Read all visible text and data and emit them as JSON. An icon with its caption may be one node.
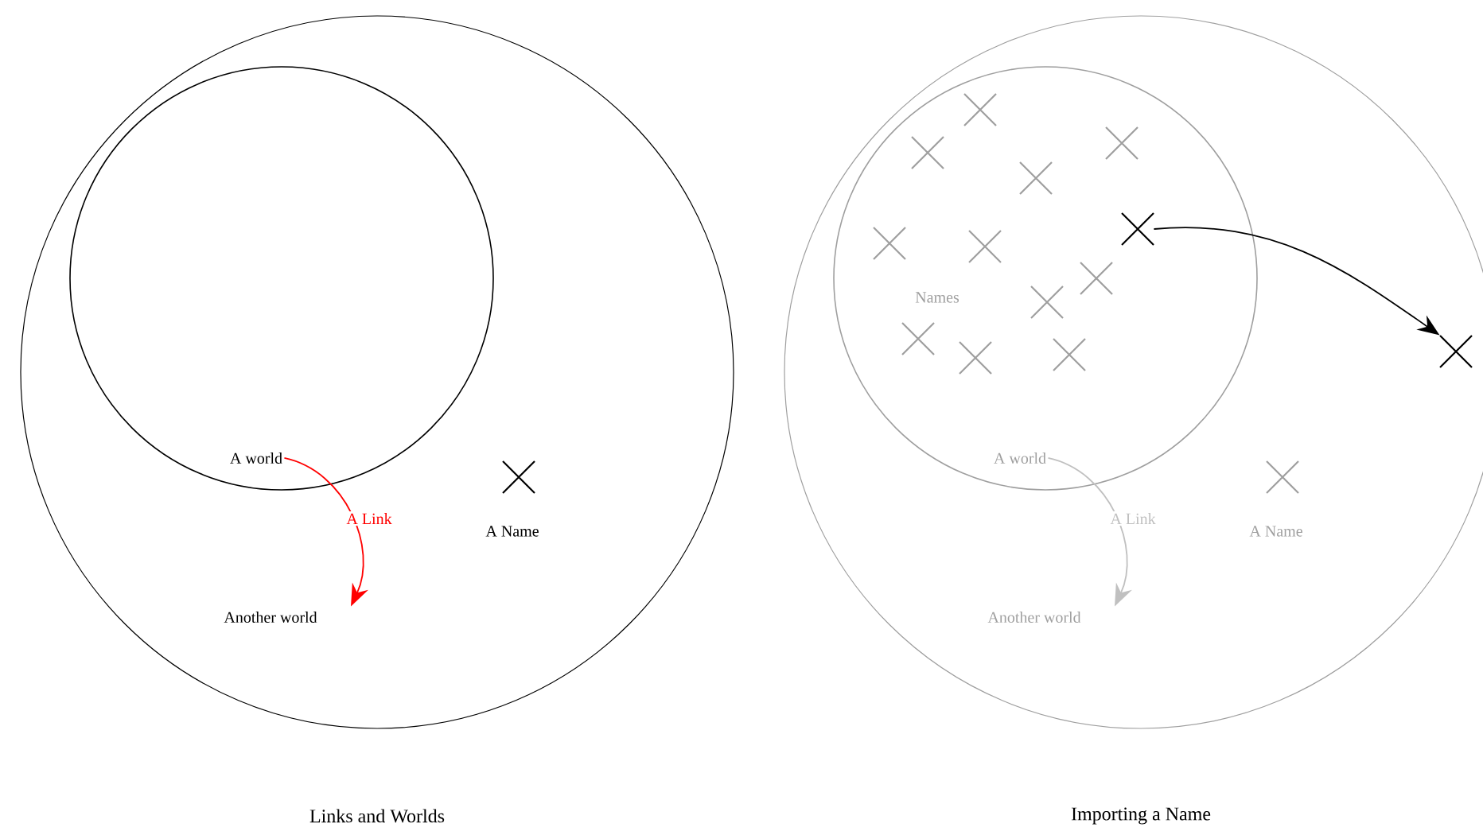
{
  "diagram": {
    "nodes": [
      {
        "text": [],
        "shape": "circle"
      },
      {
        "text": [],
        "shape": "circle",
        "in": 0
      },
      {
        "text": [
          "A world"
        ],
        "in": 1
      },
      {
        "text": [
          "Another world"
        ],
        "in": 0
      },
      {
        "text": [
          "A Name"
        ],
        "in": 0
      },
      {
        "text": [],
        "shape": "circle"
      },
      {
        "text": [],
        "shape": "circle",
        "in": 5
      },
      {
        "text": [
          "Names"
        ],
        "in": 6
      },
      {
        "text": [],
        "shape": "cross",
        "in": 6
      },
      {
        "text": [],
        "shape": "cross",
        "in": 6
      },
      {
        "text": [],
        "shape": "cross",
        "in": 6
      },
      {
        "text": [],
        "shape": "cross",
        "in": 6
      },
      {
        "text": [],
        "shape": "cross",
        "in": 6
      },
      {
        "text": [],
        "shape": "cross",
        "in": 6
      },
      {
        "text": [],
        "shape": "cross",
        "in": 6
      },
      {
        "text": [],
        "shape": "cross",
        "in": 6
      },
      {
        "text": [],
        "shape": "cross",
        "in": 6
      },
      {
        "text": [],
        "shape": "cross",
        "in": 6
      },
      {
        "text": [],
        "shape": "cross",
        "in": 6
      },
      {
        "text": [],
        "shape": "cross",
        "in": 6
      },
      {
        "text": [],
        "shape": "cross",
        "in": 5
      },
      {
        "text": [
          "A world"
        ],
        "in": 6
      },
      {
        "text": [
          "Another world"
        ],
        "in": 5
      },
      {
        "text": [
          "A Name"
        ],
        "in": 5
      }
    ],
    "edges": [
      {
        "from": 2,
        "to": 3,
        "arrow": "to",
        "label": "A Link",
        "color": "#ff0000"
      },
      {
        "from": 12,
        "to": 20,
        "arrow": "to",
        "color": "#000000"
      },
      {
        "from": 21,
        "to": 22,
        "arrow": "to",
        "label": "A Link",
        "color": "#c0c0c0"
      }
    ],
    "labels": [
      "Links and Worlds",
      "Importing a Name"
    ]
  }
}
